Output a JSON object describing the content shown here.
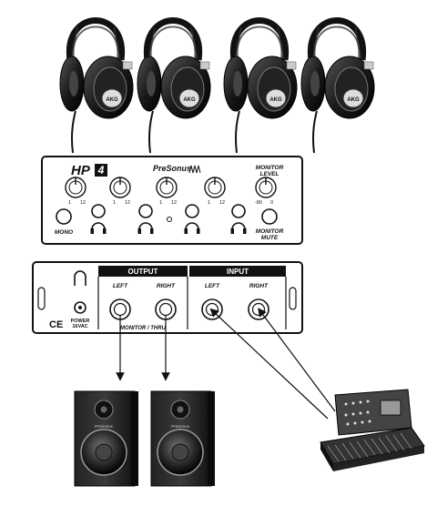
{
  "front_panel": {
    "logo": "HP",
    "logo_num": "4",
    "brand": "PreSonus",
    "monitor_level_label": [
      "MONITOR",
      "LEVEL"
    ],
    "knobs": [
      {
        "min": "1",
        "max": "12"
      },
      {
        "min": "1",
        "max": "12"
      },
      {
        "min": "1",
        "max": "12"
      },
      {
        "min": "1",
        "max": "12"
      }
    ],
    "monitor_knob": {
      "min": "-80",
      "max": "0"
    },
    "mono_label": "MONO",
    "monitor_mute_label": [
      "MONITOR",
      "MUTE"
    ]
  },
  "rear_panel": {
    "output_header": "OUTPUT",
    "input_header": "INPUT",
    "left_label": "LEFT",
    "right_label": "RIGHT",
    "monitor_thru": "MONITOR / THRU",
    "power_label": [
      "POWER",
      "16VAC"
    ],
    "ce_mark": "CE"
  },
  "devices": {
    "headphones_count": 4,
    "speakers_count": 2,
    "speaker_brand": "PreSonus"
  }
}
